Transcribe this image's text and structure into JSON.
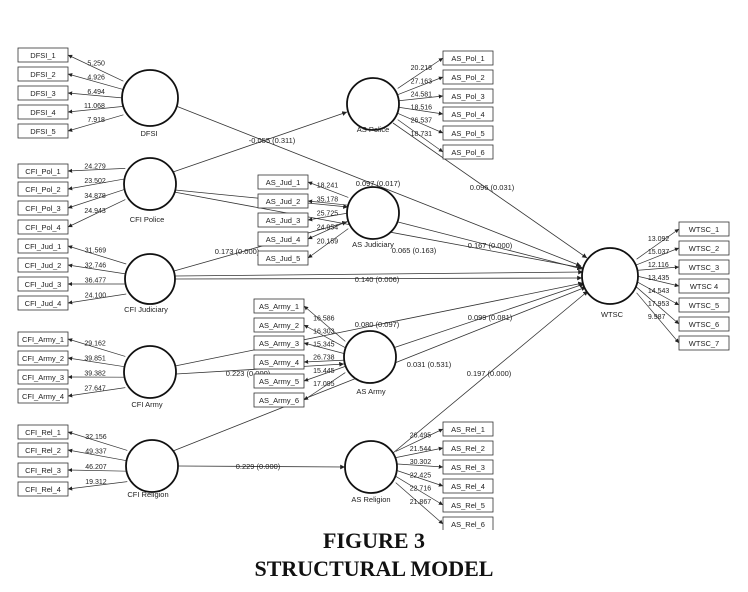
{
  "caption": {
    "line1": "FIGURE 3",
    "line2": "STRUCTURAL MODEL"
  },
  "constructs": [
    {
      "id": "dfsi",
      "label": "DFSI",
      "indicators": [
        "DFSI_1",
        "DFSI_2",
        "DFSI_3",
        "DFSI_4",
        "DFSI_5"
      ],
      "loadings": [
        "5.250",
        "4.926",
        "6.494",
        "11.068",
        "7.918"
      ]
    },
    {
      "id": "cfi_police",
      "label": "CFI Police",
      "indicators": [
        "CFI_Pol_1",
        "CFI_Pol_2",
        "CFI_Pol_3",
        "CFI_Pol_4"
      ],
      "loadings": [
        "24.279",
        "23.502",
        "34.878",
        "24.943"
      ]
    },
    {
      "id": "cfi_judiciary",
      "label": "CFI Judiciary",
      "indicators": [
        "CFI_Jud_1",
        "CFI_Jud_2",
        "CFI_Jud_3",
        "CFI_Jud_4"
      ],
      "loadings": [
        "31.569",
        "32.746",
        "36.477",
        "24.100"
      ]
    },
    {
      "id": "cfi_army",
      "label": "CFI Army",
      "indicators": [
        "CFI_Army_1",
        "CFI_Army_2",
        "CFI_Army_3",
        "CFI_Army_4"
      ],
      "loadings": [
        "29.162",
        "39.851",
        "39.382",
        "27.647"
      ]
    },
    {
      "id": "cfi_religion",
      "label": "CFI Religion",
      "indicators": [
        "CFI_Rel_1",
        "CFI_Rel_2",
        "CFI_Rel_3",
        "CFI_Rel_4"
      ],
      "loadings": [
        "32.156",
        "49.337",
        "46.207",
        "19.312"
      ]
    },
    {
      "id": "as_police",
      "label": "AS Police",
      "indicators": [
        "AS_Pol_1",
        "AS_Pol_2",
        "AS_Pol_3",
        "AS_Pol_4",
        "AS_Pol_5",
        "AS_Pol_6"
      ],
      "loadings": [
        "20.218",
        "27.163",
        "24.581",
        "18.516",
        "26.537",
        "18.731"
      ]
    },
    {
      "id": "as_judiciary",
      "label": "AS Judiciary",
      "indicators": [
        "AS_Jud_1",
        "AS_Jud_2",
        "AS_Jud_3",
        "AS_Jud_4",
        "AS_Jud_5"
      ],
      "loadings": [
        "18.241",
        "35.178",
        "25.725",
        "24.954",
        "20.159"
      ]
    },
    {
      "id": "as_army",
      "label": "AS Army",
      "indicators": [
        "AS_Army_1",
        "AS_Army_2",
        "AS_Army_3",
        "AS_Army_4",
        "AS_Army_5",
        "AS_Army_6"
      ],
      "loadings": [
        "16.586",
        "16.303",
        "15.345",
        "26.738",
        "15.445",
        "17.095"
      ]
    },
    {
      "id": "as_religion",
      "label": "AS Religion",
      "indicators": [
        "AS_Rel_1",
        "AS_Rel_2",
        "AS_Rel_3",
        "AS_Rel_4",
        "AS_Rel_5",
        "AS_Rel_6"
      ],
      "loadings": [
        "26.495",
        "21.544",
        "30.302",
        "22.425",
        "22.716",
        "21.867"
      ]
    },
    {
      "id": "wtsc",
      "label": "WTSC",
      "indicators": [
        "WTSC_1",
        "WTSC_2",
        "WTSC_3",
        "WTSC 4",
        "WTSC_5",
        "WTSC_6",
        "WTSC_7"
      ],
      "loadings": [
        "13.092",
        "15.037",
        "12.116",
        "13.435",
        "14.543",
        "17.953",
        "9.987"
      ]
    }
  ],
  "paths": [
    {
      "from": "dfsi",
      "to": "wtsc",
      "label": "-0.055 (0.311)"
    },
    {
      "from": "cfi_police",
      "to": "as_police",
      "label": ""
    },
    {
      "from": "cfi_police",
      "to": "as_judiciary",
      "label": ""
    },
    {
      "from": "as_police",
      "to": "wtsc",
      "label": "0.096 (0.031)"
    },
    {
      "from": "cfi_police",
      "to": "wtsc",
      "label": "0.097 (0.017)"
    },
    {
      "from": "as_judiciary",
      "to": "wtsc",
      "label": "0.167 (0.000)"
    },
    {
      "from": "cfi_judiciary",
      "to": "as_judiciary",
      "label": "0.173 (0.000)"
    },
    {
      "from": "cfi_judiciary",
      "to": "wtsc",
      "label": "0.140 (0.006)"
    },
    {
      "from": "cfi_judiciary",
      "to": "wtsc",
      "label": "0.065 (0.163)"
    },
    {
      "from": "cfi_army",
      "to": "as_army",
      "label": "0.223 (0.000)"
    },
    {
      "from": "cfi_army",
      "to": "wtsc",
      "label": "0.080 (0.097)"
    },
    {
      "from": "as_army",
      "to": "wtsc",
      "label": "0.099 (0.081)"
    },
    {
      "from": "cfi_religion",
      "to": "wtsc",
      "label": "0.031 (0.531)"
    },
    {
      "from": "cfi_religion",
      "to": "as_religion",
      "label": "0.229 (0.000)"
    },
    {
      "from": "as_religion",
      "to": "wtsc",
      "label": "0.197 (0.000)"
    }
  ]
}
